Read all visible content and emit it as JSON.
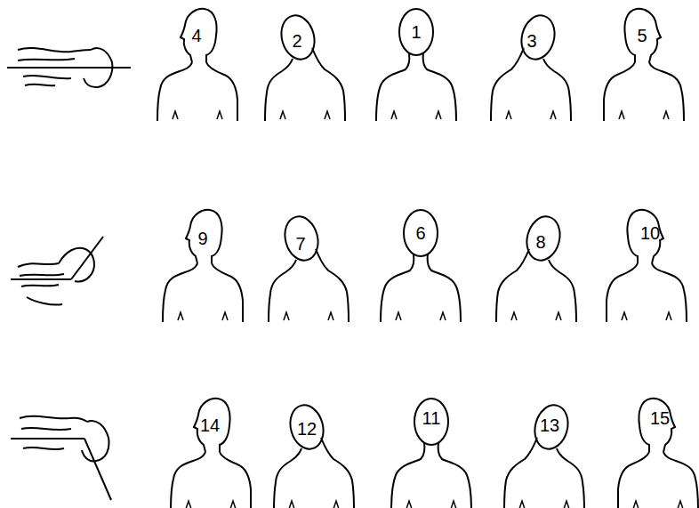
{
  "diagram": {
    "labels": [
      "4",
      "2",
      "1",
      "3",
      "5",
      "9",
      "7",
      "6",
      "8",
      "10",
      "14",
      "12",
      "11",
      "13",
      "15"
    ]
  }
}
